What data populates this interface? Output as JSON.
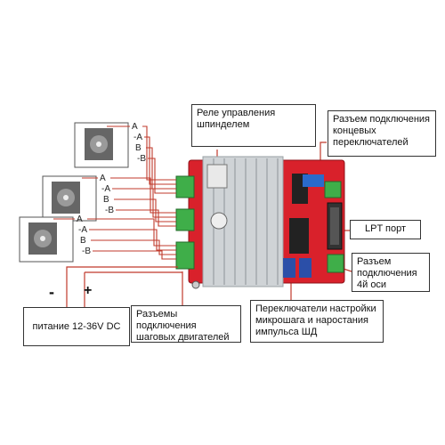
{
  "labels": {
    "spindle_relay": "Реле управления шпинделем",
    "limit_switch": "Разъем подключения концевых переключателей",
    "lpt_port": "LPT порт",
    "axis4": "Разъем подключения 4й оси",
    "microstep": "Переключатели настройки микрошага и наростания импульса ШД",
    "stepper_connectors": "Разъемы подключения шаговых двигателей",
    "power": "питание 12-36V DC"
  },
  "polarity": {
    "plus": "+",
    "minus": "-"
  },
  "motor_wires": [
    [
      "A",
      "-A",
      "B",
      "-B"
    ],
    [
      "A",
      "-A",
      "B",
      "-B"
    ],
    [
      "A",
      "-A",
      "B",
      "-B"
    ]
  ],
  "colors": {
    "board": "#d9212b",
    "heatsink": "#cfd3d6",
    "wire": "#c0392b",
    "connector": "#3fae49"
  }
}
